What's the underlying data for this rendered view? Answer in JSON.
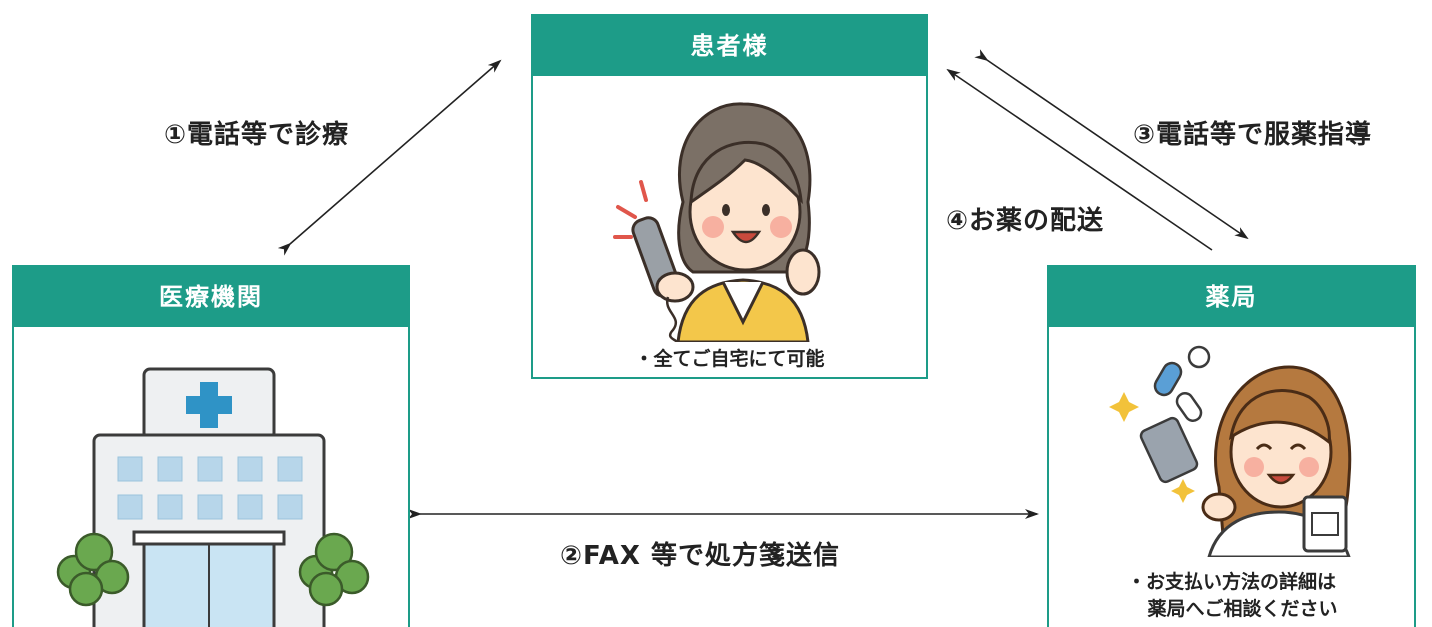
{
  "colors": {
    "accent": "#1d9c88",
    "text": "#222222",
    "arrow": "#222222"
  },
  "boxes": {
    "patient": {
      "title": "患者様",
      "note": "・全てご自宅にて可能",
      "illustration": "woman-on-phone-illustration"
    },
    "clinic": {
      "title": "医療機関",
      "illustration": "hospital-building-illustration"
    },
    "pharmacy": {
      "title": "薬局",
      "note_line1": "・お支払い方法の詳細は",
      "note_line2": "薬局へご相談ください",
      "illustration": "pharmacist-with-medicine-illustration"
    }
  },
  "flows": {
    "step1": "①電話等で診療",
    "step2": "②FAX 等で処方箋送信",
    "step3": "③電話等で服薬指導",
    "step4": "④お薬の配送"
  }
}
